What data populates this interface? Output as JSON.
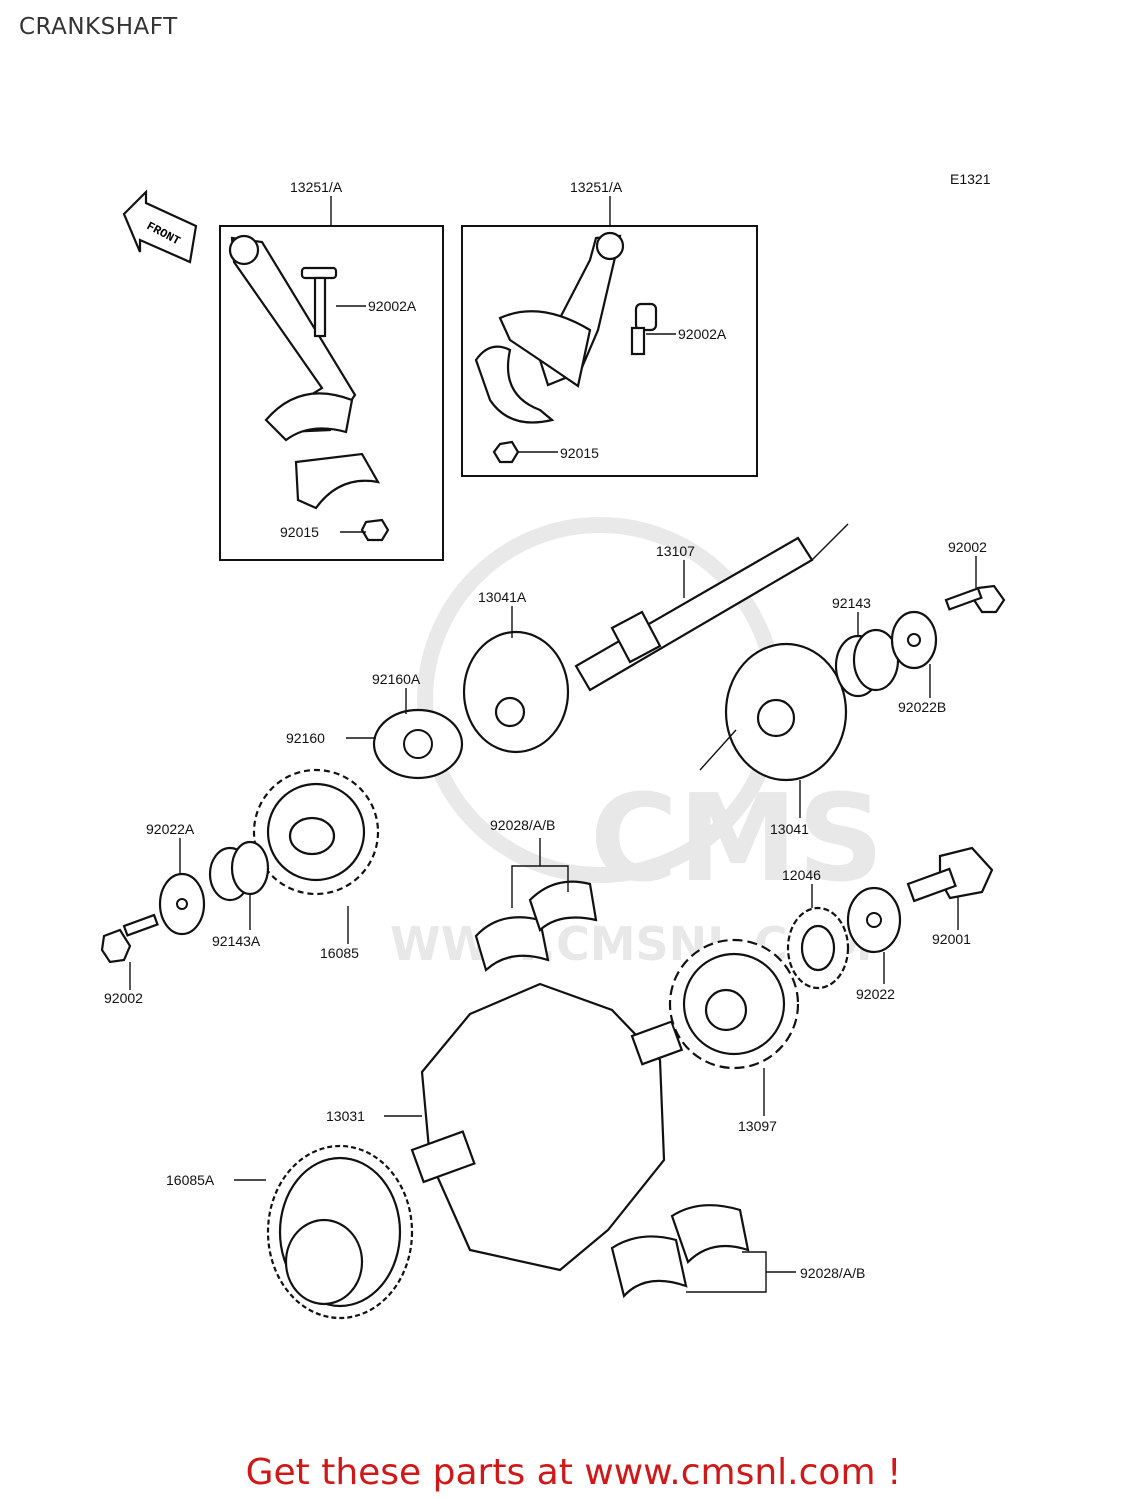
{
  "page": {
    "title": "CRANKSHAFT",
    "diagram_code": "E1321"
  },
  "front_arrow": {
    "text": "FRONT"
  },
  "watermark": {
    "text": "WWW.CMSNL.COM",
    "brand": "CMS"
  },
  "callouts": {
    "c1": "13251/A",
    "c2": "13251/A",
    "c3": "92002A",
    "c4": "92002A",
    "c5": "92015",
    "c6": "92015",
    "c7": "13107",
    "c8": "92002",
    "c9": "92143",
    "c10": "13041A",
    "c11": "92160A",
    "c12": "92160",
    "c13": "92022B",
    "c14": "13041",
    "c15": "92022A",
    "c16": "92028/A/B",
    "c17": "12046",
    "c18": "92143A",
    "c19": "16085",
    "c20": "92001",
    "c21": "92002",
    "c22": "92022",
    "c23": "13031",
    "c24": "13097",
    "c25": "16085A",
    "c26": "92028/A/B"
  },
  "footer": {
    "cta": "Get these parts at www.cmsnl.com !",
    "cta_color": "#d01818"
  }
}
